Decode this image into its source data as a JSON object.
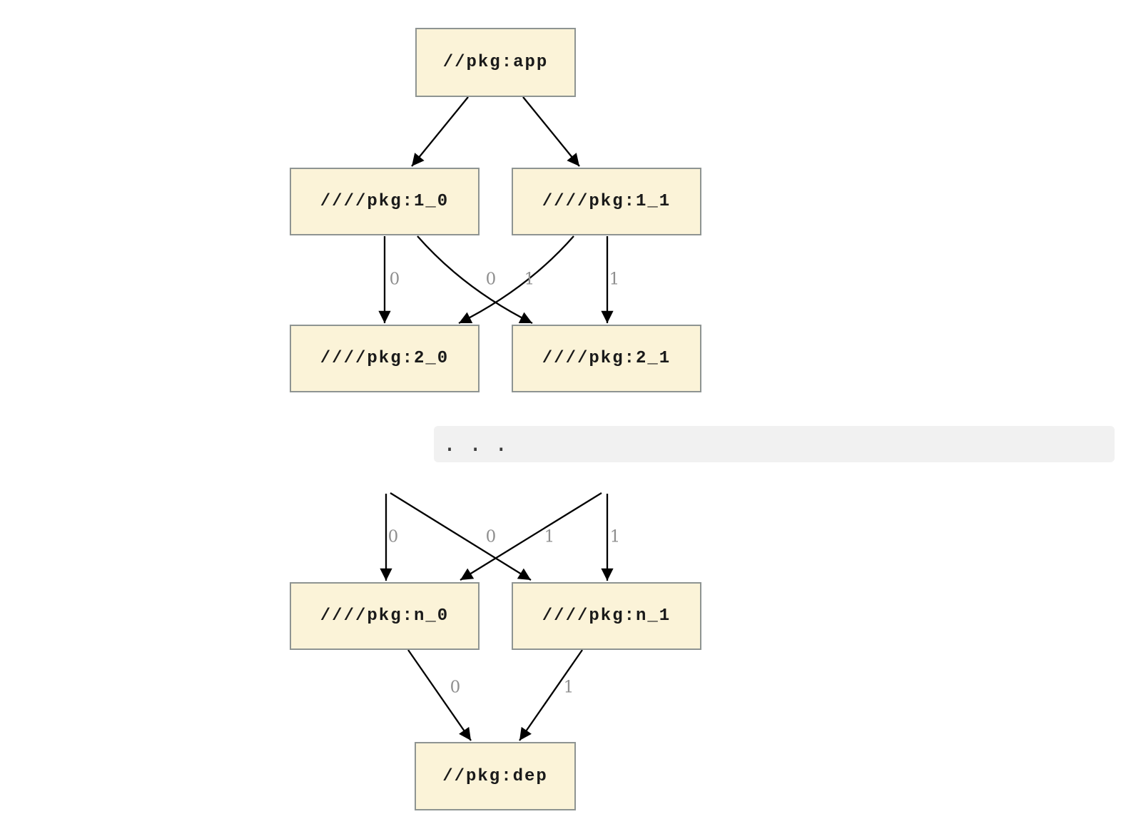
{
  "colors": {
    "node_fill": "#fbf3d8",
    "node_border": "#8e9492",
    "node_text": "#1a1a1a",
    "edge": "#000000",
    "edge_label": "#8f8f8f",
    "ellipsis_background": "#f1f1f1"
  },
  "top_graph": {
    "nodes": [
      {
        "id": "app",
        "label": "//pkg:app"
      },
      {
        "id": "1_0",
        "label": "////pkg:1_0"
      },
      {
        "id": "1_1",
        "label": "////pkg:1_1"
      },
      {
        "id": "2_0",
        "label": "////pkg:2_0"
      },
      {
        "id": "2_1",
        "label": "////pkg:2_1"
      }
    ],
    "edges": [
      {
        "from": "//pkg:app",
        "to": "////pkg:1_0",
        "label": ""
      },
      {
        "from": "//pkg:app",
        "to": "////pkg:1_1",
        "label": ""
      },
      {
        "from": "////pkg:1_0",
        "to": "////pkg:2_0",
        "label": "0"
      },
      {
        "from": "////pkg:1_0",
        "to": "////pkg:2_1",
        "label": "0"
      },
      {
        "from": "////pkg:1_1",
        "to": "////pkg:2_0",
        "label": "1"
      },
      {
        "from": "////pkg:1_1",
        "to": "////pkg:2_1",
        "label": "1"
      }
    ]
  },
  "ellipsis": {
    "text": ". . ."
  },
  "bottom_graph": {
    "nodes": [
      {
        "id": "n_0",
        "label": "////pkg:n_0"
      },
      {
        "id": "n_1",
        "label": "////pkg:n_1"
      },
      {
        "id": "dep",
        "label": "//pkg:dep"
      }
    ],
    "edges": [
      {
        "from": "…",
        "to": "////pkg:n_0",
        "label": "0"
      },
      {
        "from": "…",
        "to": "////pkg:n_1",
        "label": "0"
      },
      {
        "from": "…",
        "to": "////pkg:n_0",
        "label": "1"
      },
      {
        "from": "…",
        "to": "////pkg:n_1",
        "label": "1"
      },
      {
        "from": "////pkg:n_0",
        "to": "//pkg:dep",
        "label": "0"
      },
      {
        "from": "////pkg:n_1",
        "to": "//pkg:dep",
        "label": "1"
      }
    ]
  }
}
